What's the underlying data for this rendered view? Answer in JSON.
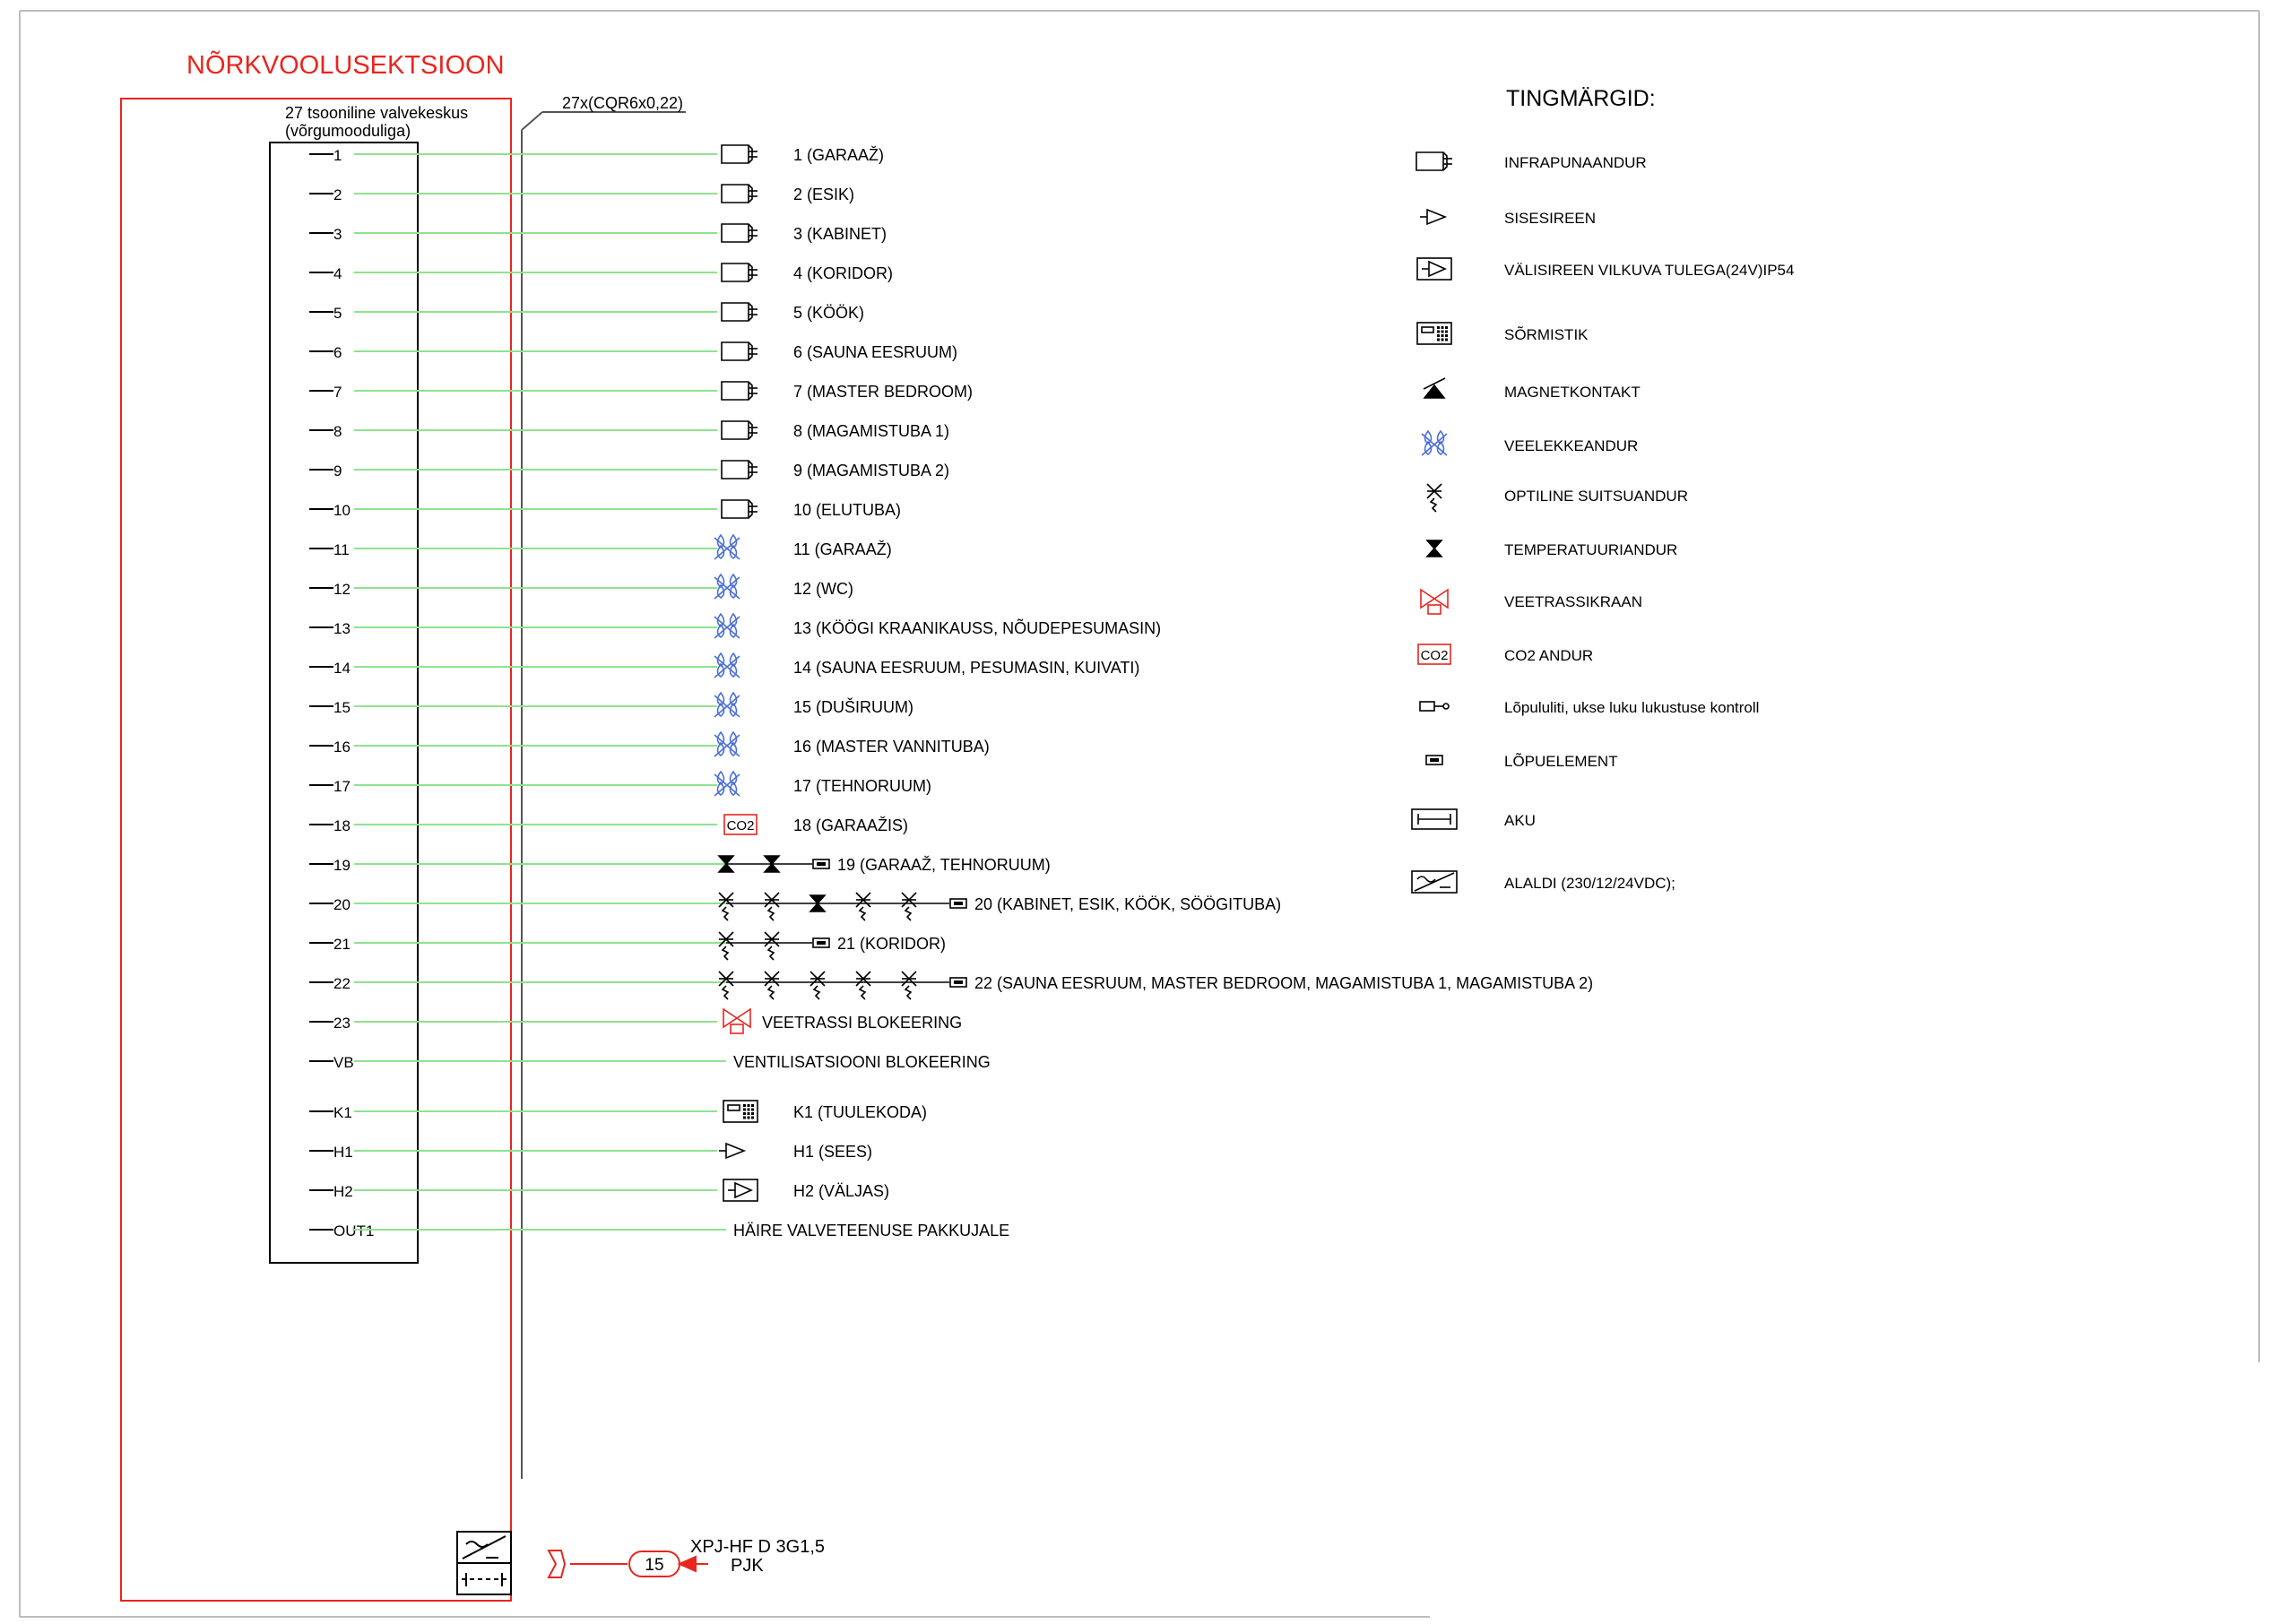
{
  "section_title": "NÕRKVOOLUSEKTSIOON",
  "panel": {
    "title_line1": "27 tsooniline valvekeskus",
    "title_line2": "(võrgumooduliga)"
  },
  "cable_label": "27x(CQR6x0,22)",
  "colors": {
    "accent": "#e8261e",
    "wire": "#8fe28f",
    "ink": "#000000"
  },
  "zones": [
    {
      "term": "1",
      "icon": "pir",
      "label": "1 (GARAAŽ)"
    },
    {
      "term": "2",
      "icon": "pir",
      "label": "2 (ESIK)"
    },
    {
      "term": "3",
      "icon": "pir",
      "label": "3 (KABINET)"
    },
    {
      "term": "4",
      "icon": "pir",
      "label": "4 (KORIDOR)"
    },
    {
      "term": "5",
      "icon": "pir",
      "label": "5 (KÖÖK)"
    },
    {
      "term": "6",
      "icon": "pir",
      "label": "6 (SAUNA EESRUUM)"
    },
    {
      "term": "7",
      "icon": "pir",
      "label": "7 (MASTER BEDROOM)"
    },
    {
      "term": "8",
      "icon": "pir",
      "label": "8 (MAGAMISTUBA 1)"
    },
    {
      "term": "9",
      "icon": "pir",
      "label": "9 (MAGAMISTUBA 2)"
    },
    {
      "term": "10",
      "icon": "pir",
      "label": "10 (ELUTUBA)"
    },
    {
      "term": "11",
      "icon": "water",
      "label": "11 (GARAAŽ)"
    },
    {
      "term": "12",
      "icon": "water",
      "label": "12 (WC)"
    },
    {
      "term": "13",
      "icon": "water",
      "label": "13 (KÖÖGI KRAANIKAUSS, NÕUDEPESUMASIN)"
    },
    {
      "term": "14",
      "icon": "water",
      "label": "14 (SAUNA EESRUUM, PESUMASIN, KUIVATI)"
    },
    {
      "term": "15",
      "icon": "water",
      "label": "15 (DUŠIRUUM)"
    },
    {
      "term": "16",
      "icon": "water",
      "label": "16 (MASTER VANNITUBA)"
    },
    {
      "term": "17",
      "icon": "water",
      "label": "17 (TEHNORUUM)"
    },
    {
      "term": "18",
      "icon": "co2",
      "label": "18 (GARAAŽIS)"
    },
    {
      "term": "19",
      "icon": "chain",
      "chain": [
        "temp",
        "temp"
      ],
      "label": "19 (GARAAŽ, TEHNORUUM)"
    },
    {
      "term": "20",
      "icon": "chain",
      "chain": [
        "smoke",
        "smoke",
        "temp",
        "smoke",
        "smoke"
      ],
      "label": "20 (KABINET, ESIK, KÖÖK, SÖÖGITUBA)"
    },
    {
      "term": "21",
      "icon": "chain",
      "chain": [
        "smoke",
        "smoke"
      ],
      "label": "21 (KORIDOR)"
    },
    {
      "term": "22",
      "icon": "chain",
      "chain": [
        "smoke",
        "smoke",
        "smoke",
        "smoke",
        "smoke"
      ],
      "label": "22 (SAUNA EESRUUM, MASTER BEDROOM, MAGAMISTUBA 1, MAGAMISTUBA 2)"
    },
    {
      "term": "23",
      "icon": "valve",
      "label": "VEETRASSI BLOKEERING"
    },
    {
      "term": "VB",
      "icon": "none",
      "label": "VENTILISATSIOONI BLOKEERING"
    },
    {
      "term": "K1",
      "icon": "keypad",
      "label": "K1 (TUULEKODA)"
    },
    {
      "term": "H1",
      "icon": "siren_in",
      "label": "H1 (SEES)"
    },
    {
      "term": "H2",
      "icon": "siren_out",
      "label": "H2 (VÄLJAS)"
    },
    {
      "term": "OUT1",
      "icon": "none",
      "label": "HÄIRE VALVETEENUSE PAKKUJALE"
    }
  ],
  "legend": {
    "title": "TINGMÄRGID:",
    "items": [
      {
        "icon": "pir",
        "label": "INFRAPUNAANDUR"
      },
      {
        "icon": "siren_in",
        "label": "SISESIREEN"
      },
      {
        "icon": "siren_out",
        "label": "VÄLISIREEN VILKUVA TULEGA(24V)IP54"
      },
      {
        "icon": "keypad",
        "label": "SÕRMISTIK"
      },
      {
        "icon": "magnet",
        "label": "MAGNETKONTAKT"
      },
      {
        "icon": "water",
        "label": "VEELEKKEANDUR"
      },
      {
        "icon": "smoke",
        "label": "OPTILINE SUITSUANDUR"
      },
      {
        "icon": "temp",
        "label": "TEMPERATUURIANDUR"
      },
      {
        "icon": "valve",
        "label": "VEETRASSIKRAAN"
      },
      {
        "icon": "co2",
        "label": "CO2 ANDUR"
      },
      {
        "icon": "endswitch",
        "label": "Lõpululiti, ukse luku lukustuse kontroll"
      },
      {
        "icon": "endelem",
        "label": "LÕPUELEMENT"
      },
      {
        "icon": "battery",
        "label": "AKU"
      },
      {
        "icon": "psu",
        "label": "ALALDI (230/12/24VDC);"
      }
    ]
  },
  "co2_text": "CO2",
  "power_feed": {
    "circuit": "15",
    "cable": "XPJ-HF D 3G1,5",
    "panel": "PJK"
  }
}
